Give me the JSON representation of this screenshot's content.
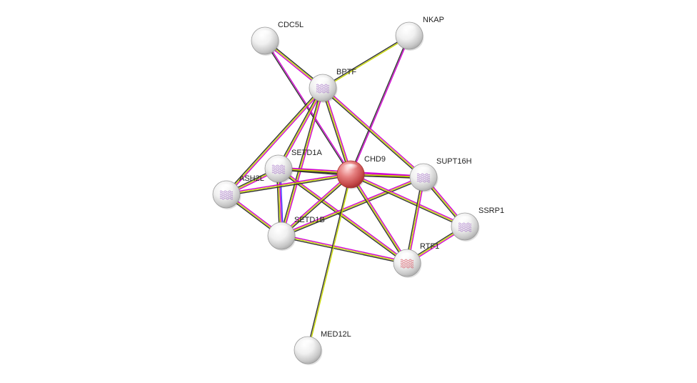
{
  "network": {
    "query_node": "CHD9",
    "nodes": [
      {
        "id": "CHD9",
        "label": "CHD9",
        "query": true
      },
      {
        "id": "CDC5L",
        "label": "CDC5L"
      },
      {
        "id": "NKAP",
        "label": "NKAP"
      },
      {
        "id": "BPTF",
        "label": "BPTF",
        "structure": true
      },
      {
        "id": "SETD1A",
        "label": "SETD1A",
        "structure": true
      },
      {
        "id": "ASH2L",
        "label": "ASH2L",
        "structure": true
      },
      {
        "id": "SUPT16H",
        "label": "SUPT16H",
        "structure": true
      },
      {
        "id": "SSRP1",
        "label": "SSRP1",
        "structure": true
      },
      {
        "id": "SETD1B",
        "label": "SETD1B"
      },
      {
        "id": "RTF1",
        "label": "RTF1",
        "structure": true
      },
      {
        "id": "MED12L",
        "label": "MED12L"
      }
    ],
    "edges": [
      {
        "source": "CDC5L",
        "target": "BPTF",
        "colors": [
          "#333333",
          "#c8d800",
          "#d000d0"
        ]
      },
      {
        "source": "CDC5L",
        "target": "CHD9",
        "colors": [
          "#d000d0",
          "#333333"
        ]
      },
      {
        "source": "NKAP",
        "target": "BPTF",
        "colors": [
          "#c8d800",
          "#333333"
        ]
      },
      {
        "source": "NKAP",
        "target": "CHD9",
        "colors": [
          "#d000d0",
          "#333333"
        ]
      },
      {
        "source": "BPTF",
        "target": "CHD9",
        "colors": [
          "#d000d0",
          "#c8d800",
          "#333333"
        ]
      },
      {
        "source": "BPTF",
        "target": "SETD1A",
        "colors": [
          "#d000d0",
          "#c8d800",
          "#333333"
        ]
      },
      {
        "source": "BPTF",
        "target": "ASH2L",
        "colors": [
          "#d000d0",
          "#c8d800",
          "#333333"
        ]
      },
      {
        "source": "BPTF",
        "target": "SETD1B",
        "colors": [
          "#d000d0",
          "#c8d800",
          "#333333"
        ]
      },
      {
        "source": "BPTF",
        "target": "SUPT16H",
        "colors": [
          "#d000d0",
          "#c8d800",
          "#333333"
        ]
      },
      {
        "source": "SETD1A",
        "target": "CHD9",
        "colors": [
          "#d000d0",
          "#c8d800",
          "#333333"
        ]
      },
      {
        "source": "SETD1A",
        "target": "ASH2L",
        "colors": [
          "#d000d0",
          "#c8d800",
          "#333333"
        ]
      },
      {
        "source": "SETD1A",
        "target": "SETD1B",
        "colors": [
          "#3a3aff",
          "#d000d0",
          "#c8d800",
          "#333333"
        ]
      },
      {
        "source": "SETD1A",
        "target": "SUPT16H",
        "colors": [
          "#d000d0",
          "#c8d800",
          "#333333"
        ]
      },
      {
        "source": "SETD1A",
        "target": "RTF1",
        "colors": [
          "#d000d0",
          "#c8d800",
          "#333333"
        ]
      },
      {
        "source": "ASH2L",
        "target": "CHD9",
        "colors": [
          "#d000d0",
          "#c8d800",
          "#333333"
        ]
      },
      {
        "source": "ASH2L",
        "target": "SETD1B",
        "colors": [
          "#d000d0",
          "#c8d800",
          "#333333"
        ]
      },
      {
        "source": "SETD1B",
        "target": "CHD9",
        "colors": [
          "#d000d0",
          "#c8d800",
          "#333333"
        ]
      },
      {
        "source": "SETD1B",
        "target": "RTF1",
        "colors": [
          "#d000d0",
          "#c8d800",
          "#333333"
        ]
      },
      {
        "source": "SETD1B",
        "target": "SUPT16H",
        "colors": [
          "#d000d0",
          "#c8d800",
          "#333333"
        ]
      },
      {
        "source": "CHD9",
        "target": "SUPT16H",
        "colors": [
          "#d000d0",
          "#c8d800",
          "#333333"
        ]
      },
      {
        "source": "CHD9",
        "target": "SSRP1",
        "colors": [
          "#d000d0",
          "#c8d800",
          "#333333"
        ]
      },
      {
        "source": "CHD9",
        "target": "RTF1",
        "colors": [
          "#d000d0",
          "#c8d800",
          "#333333"
        ]
      },
      {
        "source": "CHD9",
        "target": "MED12L",
        "colors": [
          "#c8d800",
          "#333333"
        ]
      },
      {
        "source": "SUPT16H",
        "target": "SSRP1",
        "colors": [
          "#d000d0",
          "#c8d800",
          "#333333"
        ]
      },
      {
        "source": "SUPT16H",
        "target": "RTF1",
        "colors": [
          "#d000d0",
          "#c8d800",
          "#333333"
        ]
      },
      {
        "source": "SSRP1",
        "target": "RTF1",
        "colors": [
          "#d000d0",
          "#c8d800",
          "#333333"
        ]
      }
    ]
  }
}
